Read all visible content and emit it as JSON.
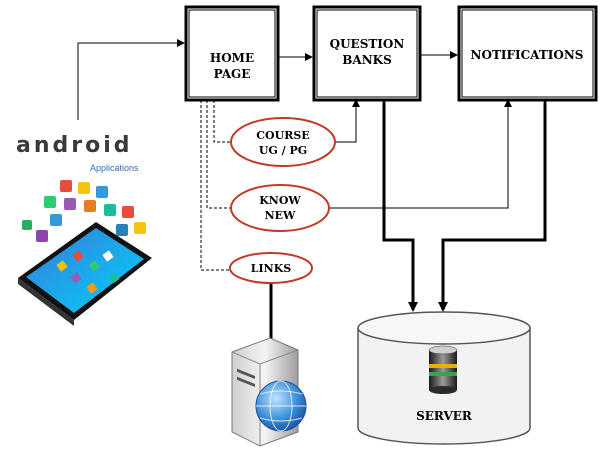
{
  "boxes": {
    "home_line1": "HOME",
    "home_line2": "PAGE",
    "qbank_line1": "QUESTION",
    "qbank_line2": "BANKS",
    "notifications": "NOTIFICATIONS"
  },
  "ovals": {
    "course_line1": "COURSE",
    "course_line2": "UG / PG",
    "know_line1": "KNOW",
    "know_line2": "NEW",
    "links": "LINKS"
  },
  "server_label": "SERVER",
  "android": {
    "word": "android",
    "subtitle": "Applications"
  },
  "icons": [
    "android-logo-icon",
    "smartphone-icon",
    "web-server-icon",
    "globe-icon",
    "database-icon"
  ],
  "colors": {
    "oval_border": "#c0392b",
    "box_border": "#000000",
    "server_fill": "#f2f2f2"
  }
}
